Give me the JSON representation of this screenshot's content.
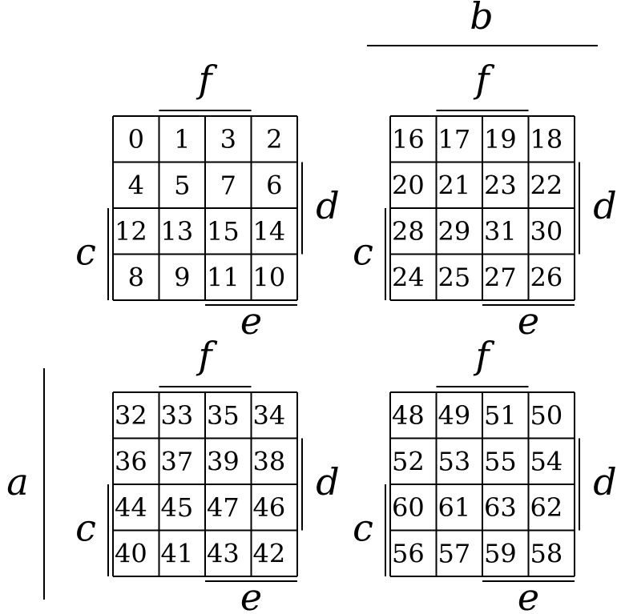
{
  "variables": {
    "a": "a",
    "b": "b",
    "c": "c",
    "d": "d",
    "e": "e",
    "f": "f"
  },
  "maps": [
    {
      "name": "map-top-left",
      "cells": [
        [
          "0",
          "1",
          "3",
          "2"
        ],
        [
          "4",
          "5",
          "7",
          "6"
        ],
        [
          "12",
          "13",
          "15",
          "14"
        ],
        [
          "8",
          "9",
          "11",
          "10"
        ]
      ],
      "align": "center"
    },
    {
      "name": "map-top-right",
      "cells": [
        [
          "16",
          "17",
          "19",
          "18"
        ],
        [
          "20",
          "21",
          "23",
          "22"
        ],
        [
          "28",
          "29",
          "31",
          "30"
        ],
        [
          "24",
          "25",
          "27",
          "26"
        ]
      ],
      "align": "left"
    },
    {
      "name": "map-bottom-left",
      "cells": [
        [
          "32",
          "33",
          "35",
          "34"
        ],
        [
          "36",
          "37",
          "39",
          "38"
        ],
        [
          "44",
          "45",
          "47",
          "46"
        ],
        [
          "40",
          "41",
          "43",
          "42"
        ]
      ],
      "align": "left"
    },
    {
      "name": "map-bottom-right",
      "cells": [
        [
          "48",
          "49",
          "51",
          "50"
        ],
        [
          "52",
          "53",
          "55",
          "54"
        ],
        [
          "60",
          "61",
          "63",
          "62"
        ],
        [
          "56",
          "57",
          "59",
          "58"
        ]
      ],
      "align": "left"
    }
  ]
}
